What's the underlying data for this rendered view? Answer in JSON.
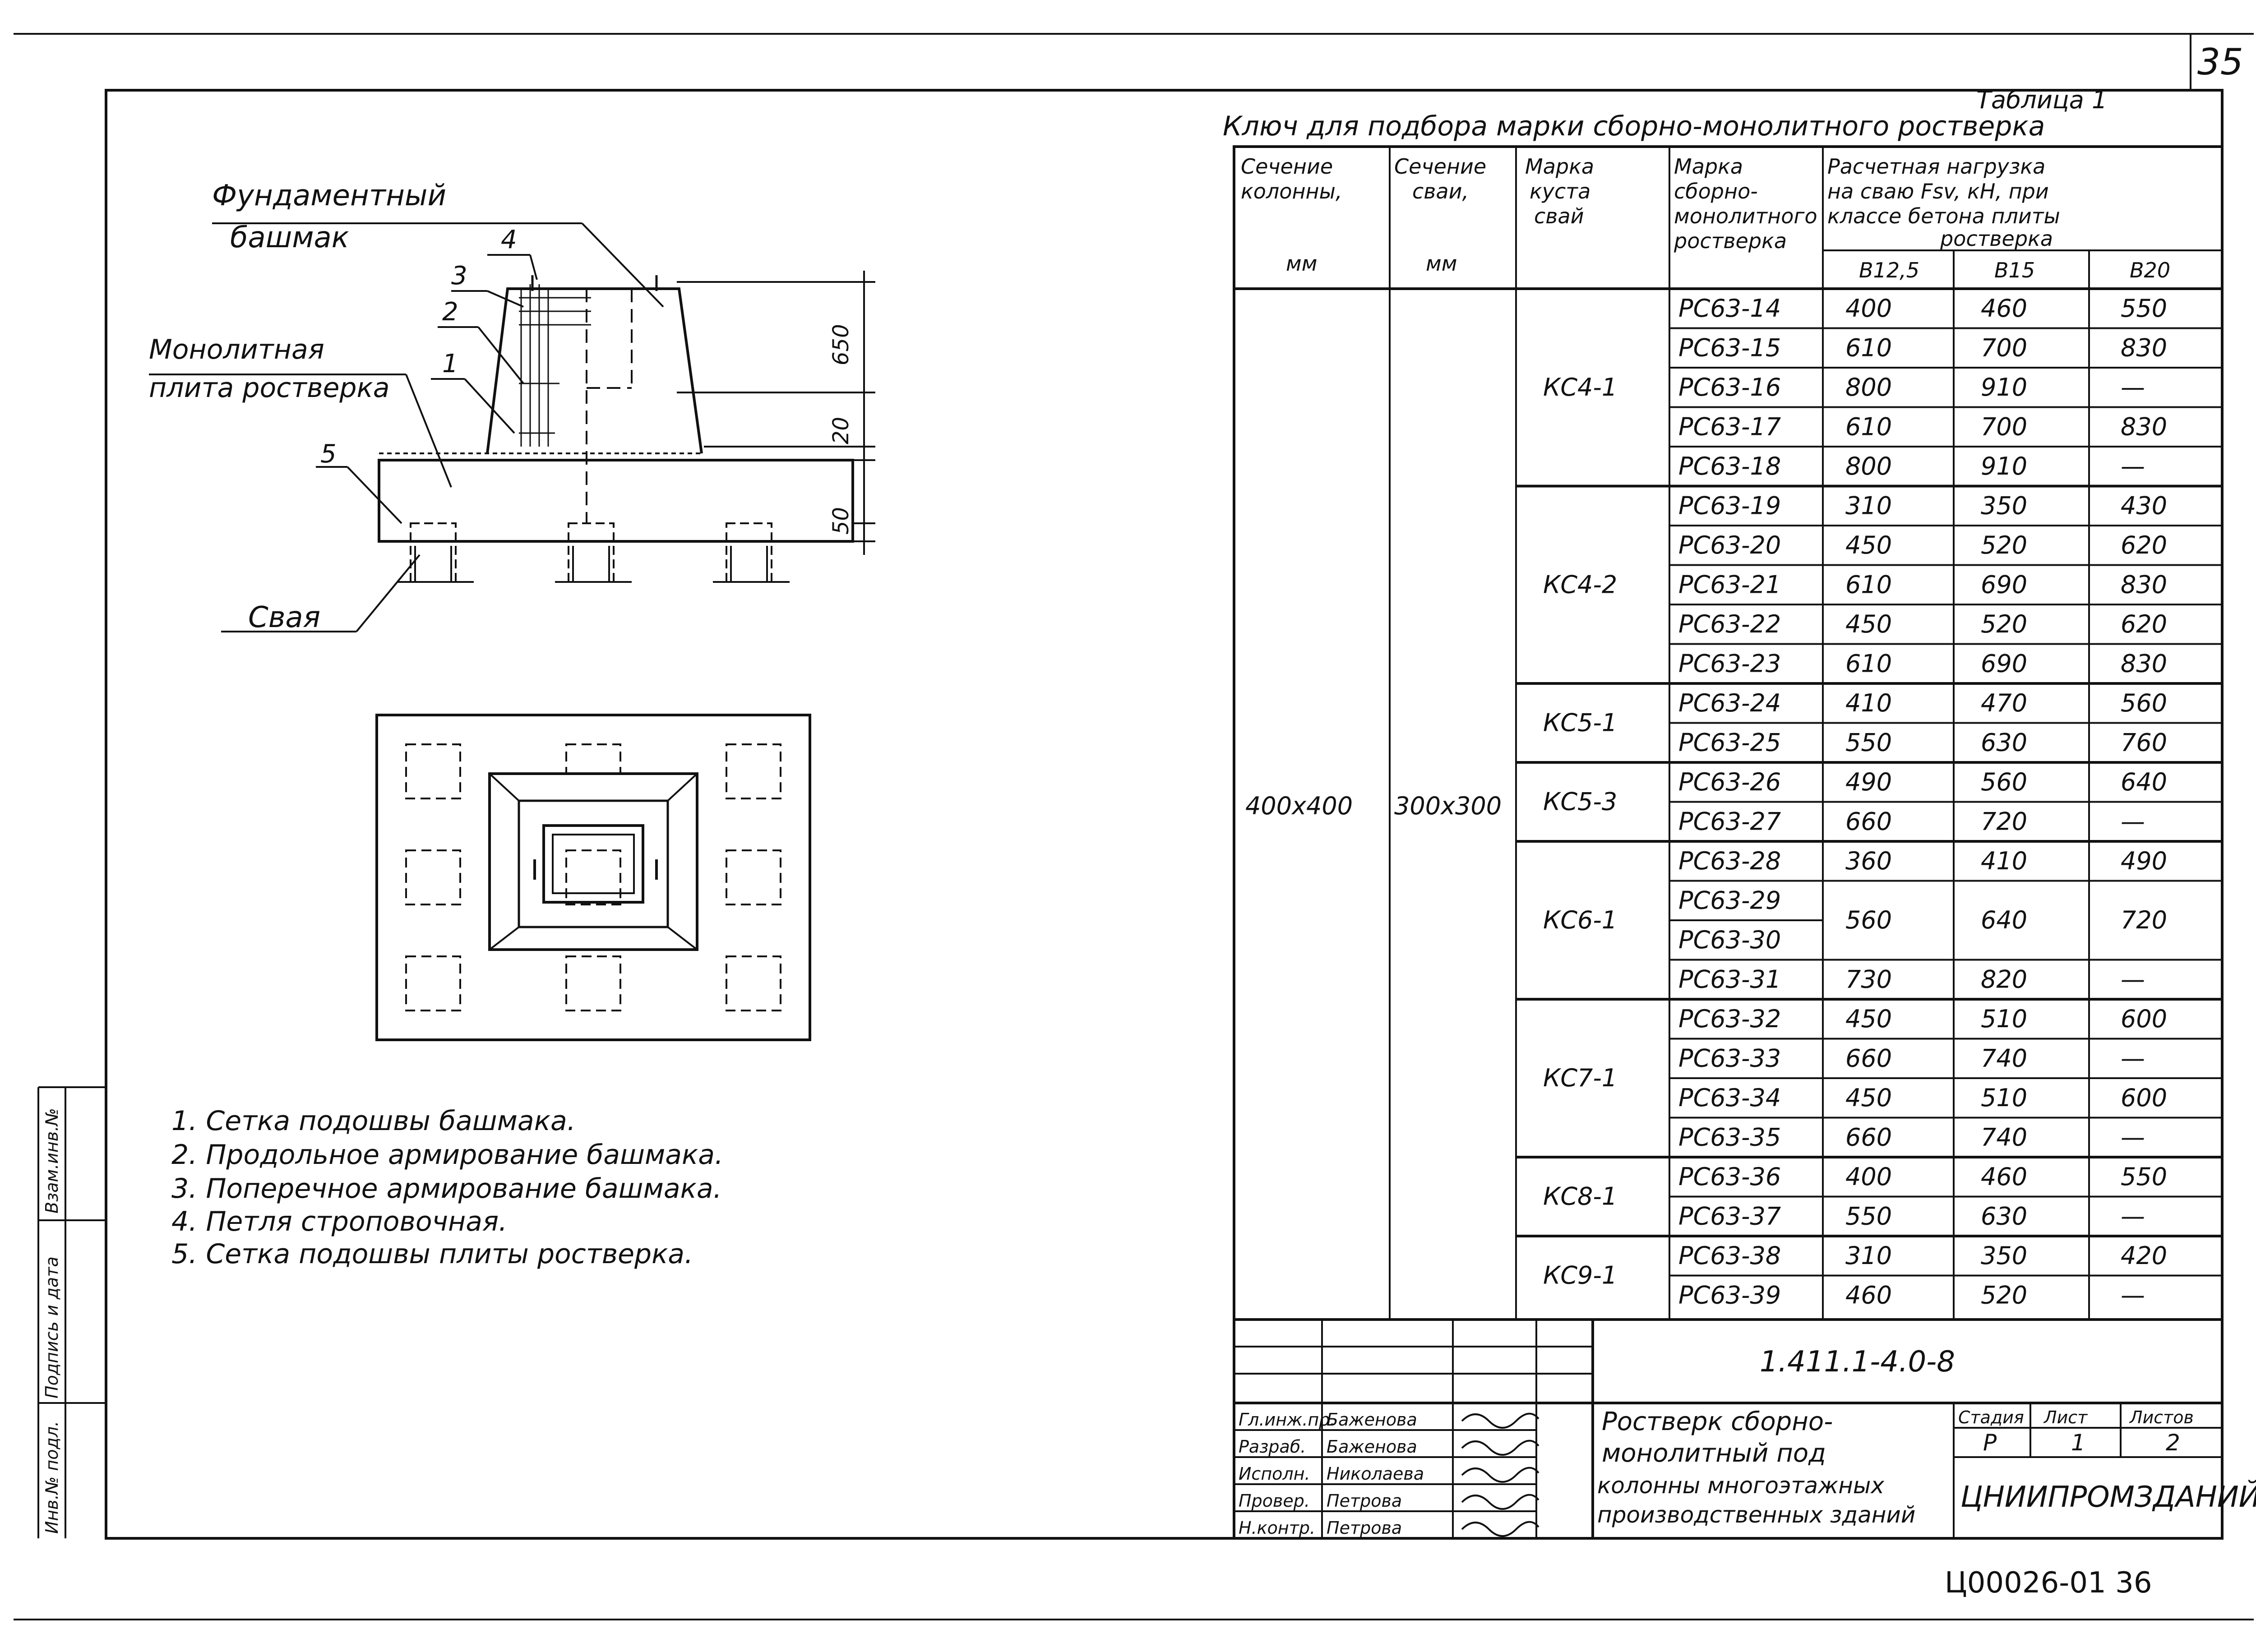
{
  "page_number": "35",
  "stamp_number": "Ц00026-01 36",
  "drawing": {
    "callouts": {
      "foundation_shoe": [
        "Фундаментный",
        "башмак"
      ],
      "monolithic_slab": [
        "Монолитная",
        "плита ростверка"
      ],
      "pile": "Свая",
      "n1": "1",
      "n2": "2",
      "n3": "3",
      "n4": "4",
      "n5": "5"
    },
    "dims": [
      "650",
      "20",
      "50"
    ]
  },
  "notes": [
    "1. Сетка подошвы башмака.",
    "2. Продольное армирование башмака.",
    "3. Поперечное армирование башмака.",
    "4. Петля строповочная.",
    "5. Сетка подошвы плиты ростверка."
  ],
  "table": {
    "label": "Таблица 1",
    "title": "Ключ для подбора марки сборно-монолитного ростверка",
    "headers": {
      "col_section": [
        "Сечение",
        "колонны,",
        "мм"
      ],
      "pile_section": [
        "Сечение",
        "сваи,",
        "мм"
      ],
      "pile_group": [
        "Марка",
        "куста",
        "свай"
      ],
      "grillage_mark": [
        "Марка",
        "сборно-",
        "монолитного",
        "ростверка"
      ],
      "load": [
        "Расчетная нагрузка",
        "на сваю Fsv, кН, при",
        "классе бетона плиты",
        "ростверка"
      ],
      "classes": [
        "В12,5",
        "В15",
        "В20"
      ]
    },
    "column_section": "400x400",
    "pile_section": "300x300",
    "groups": [
      "КС4-1",
      "КС4-2",
      "КС5-1",
      "КС5-3",
      "КС6-1",
      "КС7-1",
      "КС8-1",
      "КС9-1"
    ],
    "rows": [
      {
        "mark": "РС63-14",
        "b125": "400",
        "b15": "460",
        "b20": "550"
      },
      {
        "mark": "РС63-15",
        "b125": "610",
        "b15": "700",
        "b20": "830"
      },
      {
        "mark": "РС63-16",
        "b125": "800",
        "b15": "910",
        "b20": "—"
      },
      {
        "mark": "РС63-17",
        "b125": "610",
        "b15": "700",
        "b20": "830"
      },
      {
        "mark": "РС63-18",
        "b125": "800",
        "b15": "910",
        "b20": "—"
      },
      {
        "mark": "РС63-19",
        "b125": "310",
        "b15": "350",
        "b20": "430"
      },
      {
        "mark": "РС63-20",
        "b125": "450",
        "b15": "520",
        "b20": "620"
      },
      {
        "mark": "РС63-21",
        "b125": "610",
        "b15": "690",
        "b20": "830"
      },
      {
        "mark": "РС63-22",
        "b125": "450",
        "b15": "520",
        "b20": "620"
      },
      {
        "mark": "РС63-23",
        "b125": "610",
        "b15": "690",
        "b20": "830"
      },
      {
        "mark": "РС63-24",
        "b125": "410",
        "b15": "470",
        "b20": "560"
      },
      {
        "mark": "РС63-25",
        "b125": "550",
        "b15": "630",
        "b20": "760"
      },
      {
        "mark": "РС63-26",
        "b125": "490",
        "b15": "560",
        "b20": "640"
      },
      {
        "mark": "РС63-27",
        "b125": "660",
        "b15": "720",
        "b20": "—"
      },
      {
        "mark": "РС63-28",
        "b125": "360",
        "b15": "410",
        "b20": "490"
      },
      {
        "mark": "РС63-29",
        "b125": "",
        "b15": "",
        "b20": ""
      },
      {
        "mark": "РС63-30",
        "b125": "",
        "b15": "",
        "b20": ""
      },
      {
        "mark": "РС63-31",
        "b125": "730",
        "b15": "820",
        "b20": "—"
      },
      {
        "mark": "РС63-32",
        "b125": "450",
        "b15": "510",
        "b20": "600"
      },
      {
        "mark": "РС63-33",
        "b125": "660",
        "b15": "740",
        "b20": "—"
      },
      {
        "mark": "РС63-34",
        "b125": "450",
        "b15": "510",
        "b20": "600"
      },
      {
        "mark": "РС63-35",
        "b125": "660",
        "b15": "740",
        "b20": "—"
      },
      {
        "mark": "РС63-36",
        "b125": "400",
        "b15": "460",
        "b20": "550"
      },
      {
        "mark": "РС63-37",
        "b125": "550",
        "b15": "630",
        "b20": "—"
      },
      {
        "mark": "РС63-38",
        "b125": "310",
        "b15": "350",
        "b20": "420"
      },
      {
        "mark": "РС63-39",
        "b125": "460",
        "b15": "520",
        "b20": "—"
      }
    ],
    "merged_29_30": {
      "b125": "560",
      "b15": "640",
      "b20": "720"
    }
  },
  "title_block": {
    "doc_code": "1.411.1-4.0-8",
    "title_lines": [
      "Ростверк сборно-",
      "монолитный под",
      "колонны многоэтажных",
      "производственных зданий"
    ],
    "stage_label": "Стадия",
    "sheet_label": "Лист",
    "sheets_label": "Листов",
    "stage": "Р",
    "sheet": "1",
    "sheets": "2",
    "org": "ЦНИИПРОМЗДАНИЙ",
    "people": [
      {
        "role": "Гл.инж.пр.",
        "name": "Баженова"
      },
      {
        "role": "Разраб.",
        "name": "Баженова"
      },
      {
        "role": "Исполн.",
        "name": "Николаева"
      },
      {
        "role": "Провер.",
        "name": "Петрова"
      },
      {
        "role": "Н.контр.",
        "name": "Петрова"
      }
    ]
  },
  "side_stamp": [
    "Инв.№ подл.",
    "Подпись и дата",
    "Взам.инв.№"
  ]
}
